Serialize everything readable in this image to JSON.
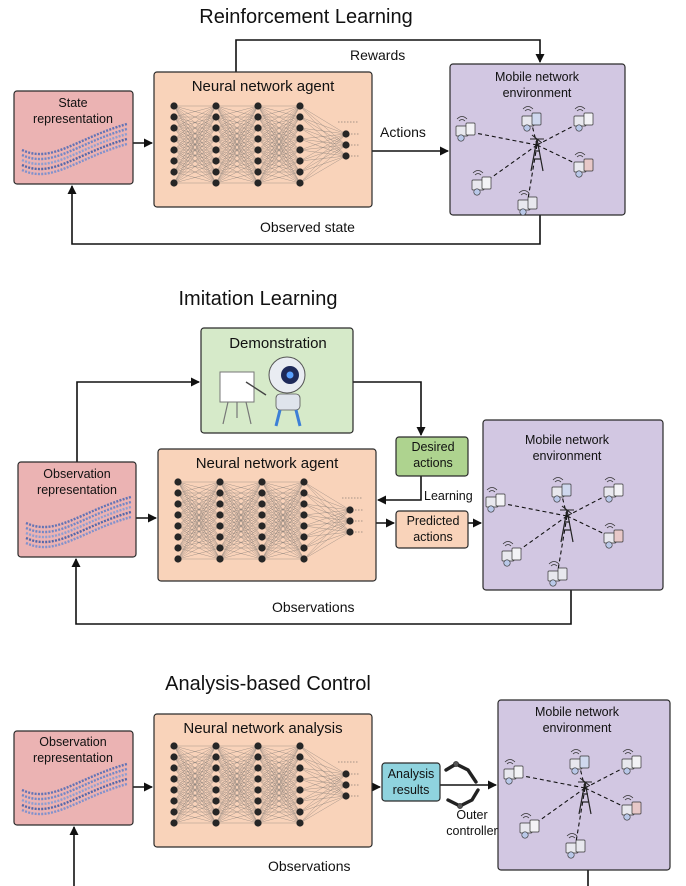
{
  "colors": {
    "state_box": "#ebb3b3",
    "agent_box": "#f9d3ba",
    "env_box": "#d2c7e2",
    "demo_box": "#d6eac9",
    "desired_box": "#aed38f",
    "predicted_box": "#f9d3ba",
    "analysis_box": "#8fd3de",
    "neuron": "#262626",
    "arrow": "#111111"
  },
  "reinforcement": {
    "title": "Reinforcement Learning",
    "state_box_label": "State representation",
    "agent_label": "Neural network agent",
    "env_label": "Mobile network environment",
    "rewards_label": "Rewards",
    "actions_label": "Actions",
    "observed_label": "Observed state"
  },
  "imitation": {
    "title": "Imitation Learning",
    "demo_label": "Demonstration",
    "state_box_label": "Observation representation",
    "agent_label": "Neural network agent",
    "desired_label": "Desired actions",
    "learning_label": "Learning",
    "predicted_label": "Predicted actions",
    "env_label": "Mobile network environment",
    "observations_label": "Observations"
  },
  "analysis": {
    "title": "Analysis-based Control",
    "state_box_label": "Observation representation",
    "agent_label": "Neural network analysis",
    "results_label": "Analysis results",
    "controller_label": "Outer controller",
    "env_label": "Mobile network environment",
    "observations_label": "Observations"
  },
  "icons": [
    "binary-data-wave-icon",
    "neural-network-icon",
    "mobile-network-icon",
    "teacher-robot-icon",
    "robotic-arm-icon"
  ]
}
